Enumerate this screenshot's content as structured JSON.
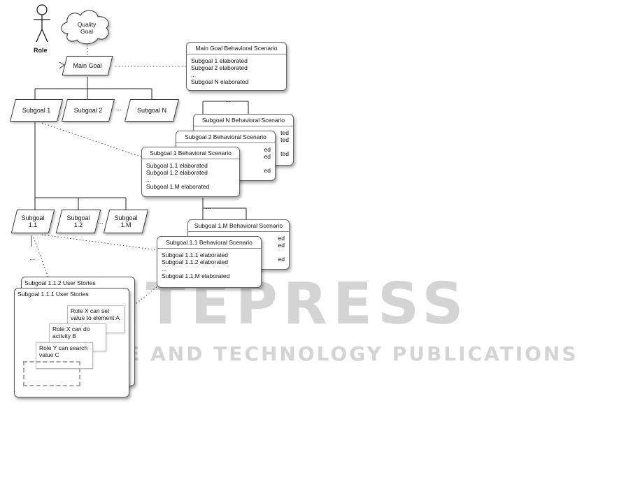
{
  "actor": {
    "label": "Role"
  },
  "quality_goal": {
    "label": "Quality Goal"
  },
  "goals": {
    "main": "Main Goal",
    "subgoal1": "Subgoal 1",
    "subgoal2": "Subgoal 2",
    "subgoalN": "Subgoal N",
    "ellipsis_top": "...",
    "subgoal1_1": "Subgoal 1.1",
    "subgoal1_2": "Subgoal 1.2",
    "subgoal1_M": "Subgoal 1.M",
    "ellipsis_mid": "...",
    "ellipsis_low": "..."
  },
  "scenarios": {
    "main": {
      "title": "Main Goal Behavioral Scenario",
      "lines": [
        "Subgoal 1 elaborated",
        "Subgoal 2 elaborated",
        "...",
        "Subgoal N elaborated"
      ]
    },
    "subN": {
      "title": "Subgoal N Behavioral Scenario",
      "lines": [
        "ted",
        "ted",
        "",
        "ted"
      ]
    },
    "sub2": {
      "title": "Subgoal 2 Behavioral Scenario",
      "lines": [
        "ed",
        "ed",
        "",
        "ed"
      ]
    },
    "sub1": {
      "title": "Subgoal 1 Behavioral Scenario",
      "lines": [
        "Subgoal 1.1 elaborated",
        "Subgoal 1.2 elaborated",
        "...",
        "Subgoal 1.M elaborated"
      ]
    },
    "sub1M": {
      "title": "Subgoal 1.M Behavioral Scenario",
      "lines": [
        "ed",
        "ed",
        "",
        "ed"
      ]
    },
    "sub11": {
      "title": "Subgoal 1.1 Behavioral Scenario",
      "lines": [
        "Subgoal 1.1.1 elaborated",
        "Subgoal 1.1.2 elaborated",
        "...",
        "Subgoal 1.1.M elaborated"
      ]
    },
    "ellipsis_a": "...",
    "ellipsis_b": "..."
  },
  "user_stories": {
    "back_title": "Subgoal 1.1.2 User Stories",
    "front_title": "Subgoal 1.1.1 User Stories",
    "stories": [
      "Role X can set value to element A",
      "Role X can do activity B",
      "Role Y can search value C"
    ]
  },
  "watermark": {
    "main": "SCITEPRESS",
    "sub": "SCIENCE AND TECHNOLOGY PUBLICATIONS"
  }
}
